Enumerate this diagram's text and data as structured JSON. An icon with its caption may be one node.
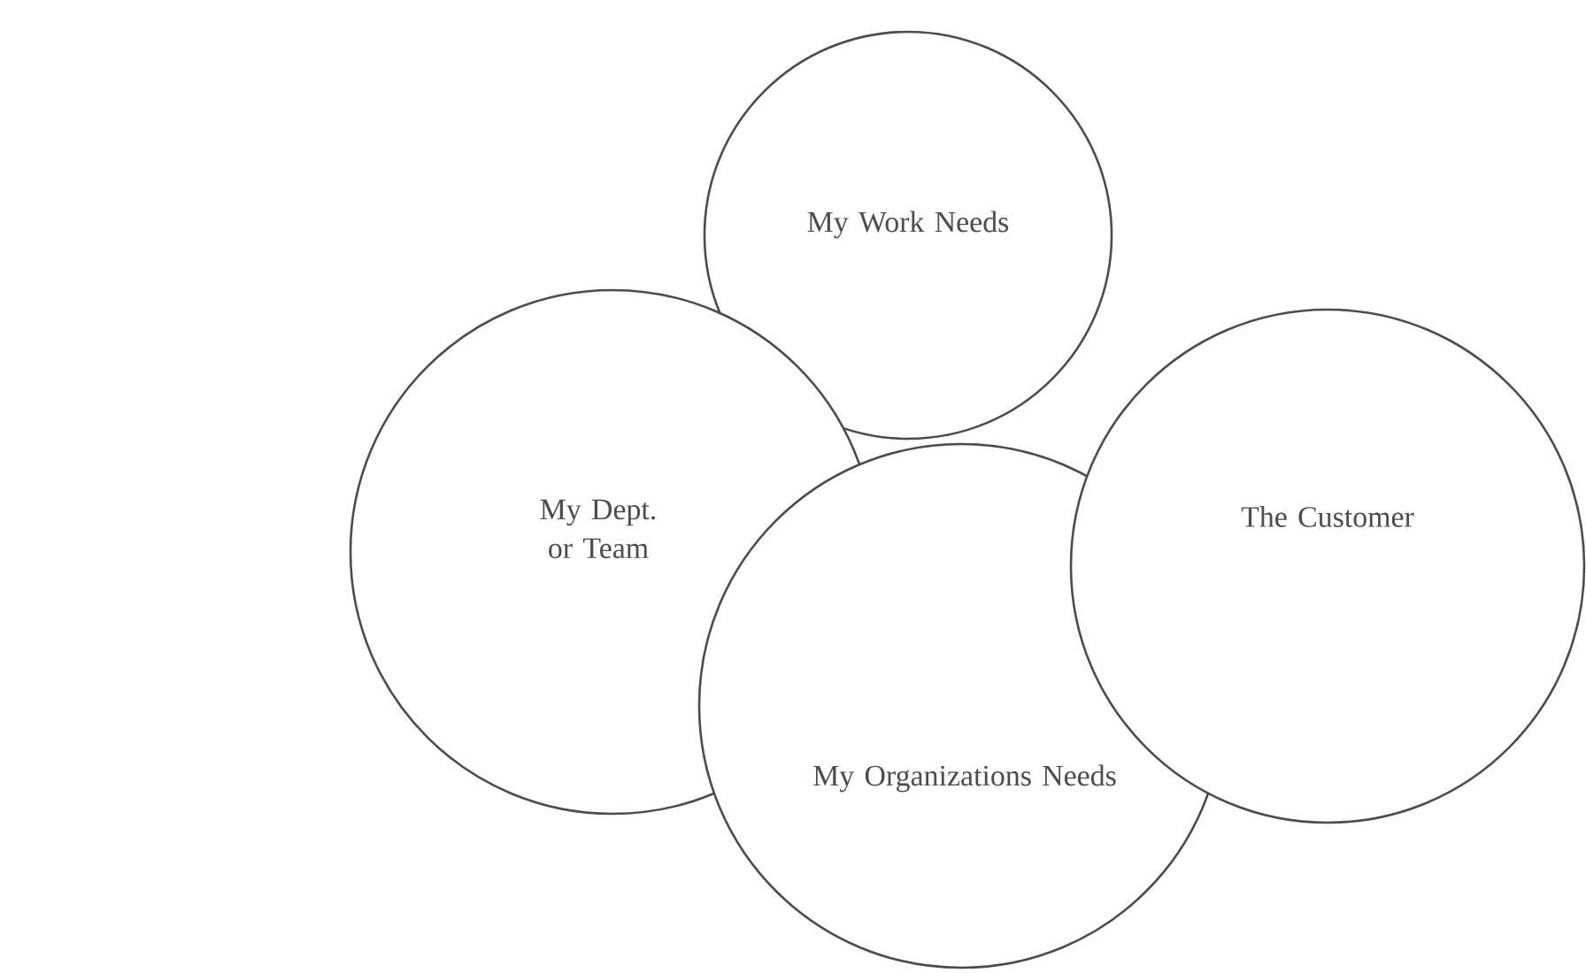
{
  "diagram": {
    "nodes": [
      {
        "text": [
          "My Work Needs"
        ]
      },
      {
        "text": [
          "My Dept. or Team"
        ]
      },
      {
        "text": [
          "My Organizations Needs"
        ]
      },
      {
        "text": [
          "The Customer"
        ]
      }
    ]
  }
}
